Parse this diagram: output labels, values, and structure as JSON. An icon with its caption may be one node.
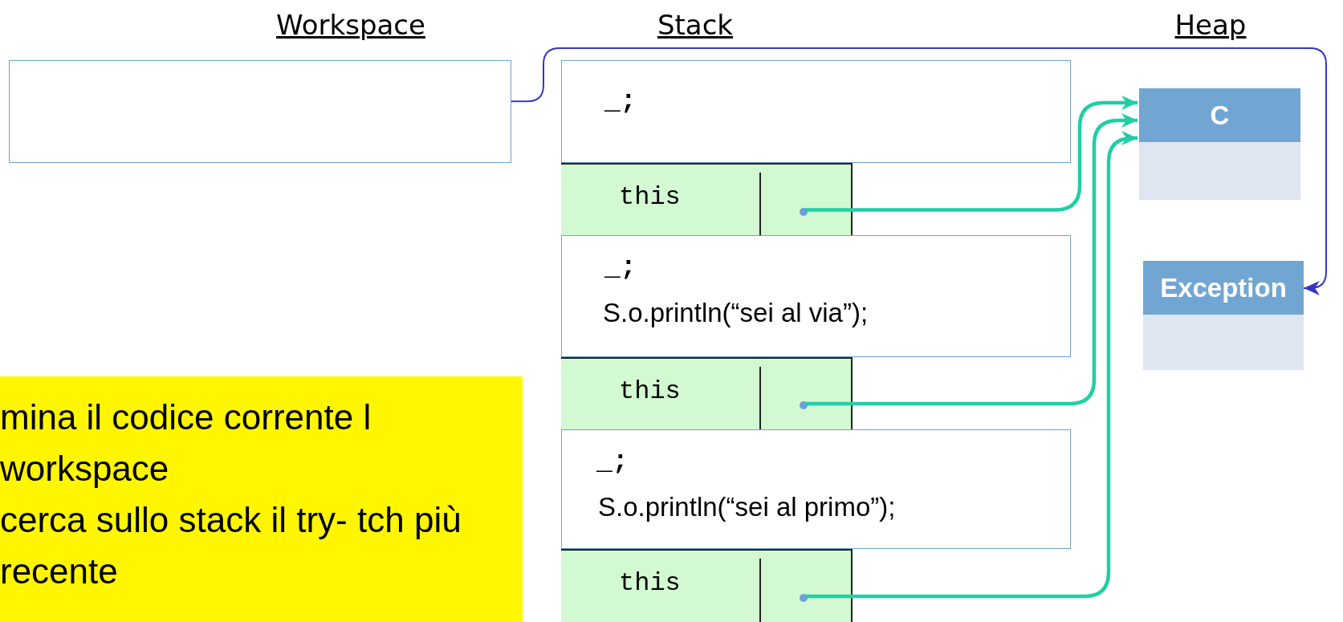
{
  "diagram": {
    "nodes": [
      {
        "text": [],
        "shape": "box",
        "beside": [
          "Workspace"
        ]
      },
      {
        "text": [
          "_;"
        ],
        "beside": [
          "Stack"
        ]
      },
      {
        "text": [
          "this"
        ]
      },
      {
        "text": [
          "_;",
          "S.o.println(“sei al via”);"
        ]
      },
      {
        "text": [
          "this"
        ]
      },
      {
        "text": [
          "_;",
          "S.o.println(“sei al primo”);"
        ]
      },
      {
        "text": [
          "this"
        ]
      },
      {
        "text": [
          "C"
        ],
        "beside": [
          "Heap"
        ]
      },
      {
        "text": [
          "Exception"
        ]
      },
      {
        "text": [
          "mina il codice corrente l workspace",
          "cerca sullo stack il try- tch più recente"
        ]
      }
    ],
    "edges": [
      {
        "from": 0,
        "to": 8,
        "arrow": "to",
        "color": "#3535c4"
      },
      {
        "from": 2,
        "to": 7,
        "arrow": "to"
      },
      {
        "from": 4,
        "to": 7,
        "arrow": "to"
      },
      {
        "from": 6,
        "to": 7,
        "arrow": "to"
      }
    ]
  }
}
